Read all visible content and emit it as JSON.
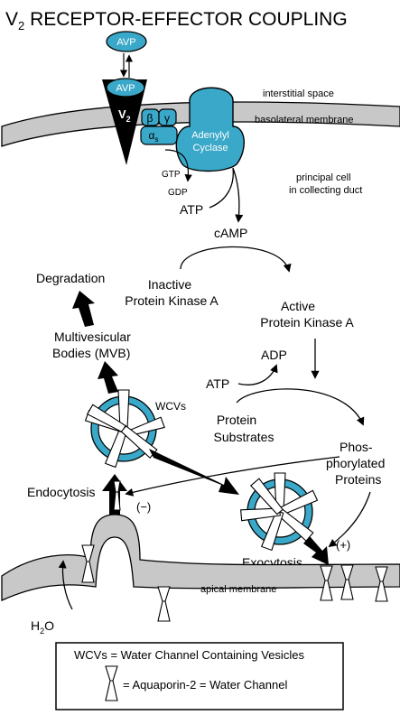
{
  "title": {
    "prefix": "V",
    "sub": "2",
    "rest": " RECEPTOR-EFFECTOR COUPLING"
  },
  "colors": {
    "accent": "#3aa8c8",
    "membrane": "#c8c8c8",
    "ink": "#000000",
    "vesicle_fill": "#c9e7f1"
  },
  "receptor": {
    "ligand_top": "AVP",
    "ligand_bound": "AVP",
    "name_prefix": "V",
    "name_sub": "2"
  },
  "g_protein": {
    "beta": "β",
    "gamma": "γ",
    "alpha_prefix": "α",
    "alpha_sub": "s"
  },
  "enzyme": {
    "line1": "Adenylyl",
    "line2": "Cyclase"
  },
  "labels": {
    "interstitial": "interstitial space",
    "basolateral": "basolateral membrane",
    "principal_1": "principal cell",
    "principal_2": "in collecting duct",
    "gtp": "GTP",
    "gdp": "GDP",
    "atp1": "ATP",
    "camp": "cAMP",
    "inactive_pka_1": "Inactive",
    "inactive_pka_2": "Protein Kinase A",
    "active_pka_1": "Active",
    "active_pka_2": "Protein Kinase A",
    "degradation": "Degradation",
    "mvb_1": "Multivesicular",
    "mvb_2": "Bodies (MVB)",
    "adp": "ADP",
    "atp2": "ATP",
    "substrates_1": "Protein",
    "substrates_2": "Substrates",
    "wcvs": "WCVs",
    "phos_1": "Phos-",
    "phos_2": "phorylated",
    "phos_3": "Proteins",
    "endocytosis": "Endocytosis",
    "minus": "(−)",
    "exocytosis": "Exocytosis",
    "plus": "(+)",
    "apical": "apical membrane",
    "water_h": "H",
    "water_sub": "2",
    "water_o": "O"
  },
  "legend": {
    "line1": "WCVs = Water Channel Containing Vesicles",
    "line2": "= Aquaporin-2 = Water Channel"
  }
}
